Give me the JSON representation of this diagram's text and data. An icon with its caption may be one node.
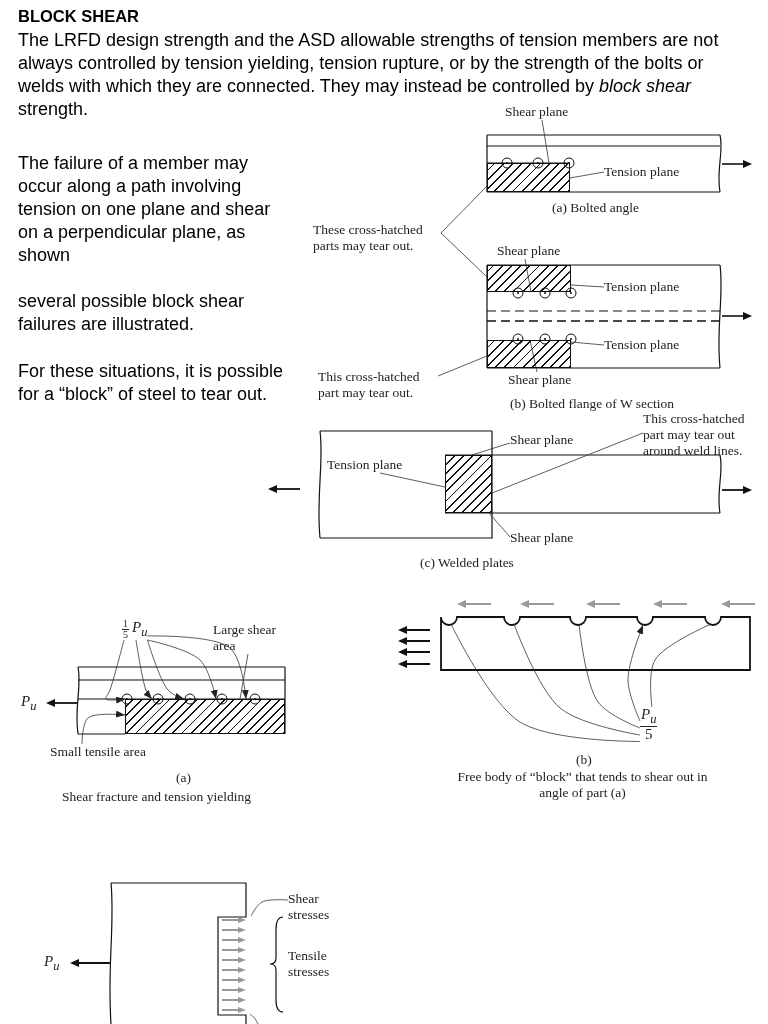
{
  "diagram": {
    "title": "BLOCK SHEAR",
    "nodes": [
      {
        "text": [
          "Shear plane"
        ]
      },
      {
        "text": [],
        "shape": "box"
      },
      {
        "text": [
          "Tension plane"
        ]
      },
      {
        "text": [
          "These cross-hatched parts may tear out."
        ]
      },
      {
        "text": [
          "Shear plane"
        ]
      },
      {
        "text": [],
        "shape": "box"
      },
      {
        "text": [
          "Tension plane"
        ]
      },
      {
        "text": [
          "Tension plane"
        ]
      },
      {
        "text": [],
        "shape": "box"
      },
      {
        "text": [
          "This cross-hatched part may tear out."
        ]
      },
      {
        "text": [
          "Shear plane"
        ]
      },
      {
        "text": [
          "Shear plane"
        ]
      },
      {
        "text": [
          "Tension plane"
        ]
      },
      {
        "text": [],
        "shape": "box"
      },
      {
        "text": [
          "This cross-hatched part may tear out around weld lines."
        ]
      },
      {
        "text": [
          "Shear plane"
        ]
      },
      {
        "text": [
          "1",
          "5",
          "P$_{u}$"
        ]
      },
      {
        "text": [
          "Large shear area"
        ]
      },
      {
        "text": [],
        "shape": "box"
      },
      {
        "text": [
          "Small tensile area"
        ]
      },
      {
        "text": [
          "P$_{u}$",
          "5"
        ]
      },
      {
        "text": [
          "Shear stresses"
        ]
      }
    ],
    "edges": [
      {
        "from": 0,
        "to": 1,
        "arrow": "none"
      },
      {
        "from": 2,
        "to": 1,
        "arrow": "none"
      },
      {
        "from": 3,
        "to": 1,
        "arrow": "none"
      },
      {
        "from": 3,
        "to": 5,
        "arrow": "none"
      },
      {
        "from": 4,
        "to": 5,
        "arrow": "none"
      },
      {
        "from": 6,
        "to": 5,
        "arrow": "none"
      },
      {
        "from": 7,
        "to": 8,
        "arrow": "none"
      },
      {
        "from": 9,
        "to": 8,
        "arrow": "none"
      },
      {
        "from": 10,
        "to": 8,
        "arrow": "none"
      },
      {
        "from": 11,
        "to": 13,
        "arrow": "none"
      },
      {
        "from": 12,
        "to": 13,
        "arrow": "none"
      },
      {
        "from": 14,
        "to": 13,
        "arrow": "none"
      },
      {
        "from": 15,
        "to": 13,
        "arrow": "none"
      },
      {
        "from": 16,
        "to": 18,
        "arrow": "to"
      },
      {
        "from": 16,
        "to": 18,
        "arrow": "to"
      },
      {
        "from": 16,
        "to": 18,
        "arrow": "to"
      },
      {
        "from": 16,
        "to": 18,
        "arrow": "to"
      },
      {
        "from": 16,
        "to": 18,
        "arrow": "to"
      },
      {
        "from": 17,
        "to": 18,
        "arrow": "none"
      },
      {
        "from": 19,
        "to": 18,
        "arrow": "to"
      },
      {
        "from": 20,
        "to": null,
        "arrow": "none"
      },
      {
        "from": 20,
        "to": null,
        "arrow": "none"
      },
      {
        "from": 20,
        "to": null,
        "arrow": "none"
      },
      {
        "from": 20,
        "to": null,
        "arrow": "to"
      },
      {
        "from": 20,
        "to": null,
        "arrow": "none"
      },
      {
        "from": 21,
        "to": null,
        "arrow": "none"
      }
    ],
    "labels": [
      "The LRFD design strength and the ASD allowable strengths of tension members are not always controlled by tension yielding, tension rupture, or by the strength of the bolts or welds with which they are connected. They may instead be controlled by *block shear* strength.",
      "The failure of a member may occur along a path involving tension on one plane and shear on a perpendicular plane, as shown",
      "several possible block shear failures are illustrated.",
      "For these situations, it is possible for a “block” of steel to tear out.",
      "(a) Bolted angle",
      "(b) Bolted flange of W section",
      "(c) Welded plates",
      "P$_{u}$",
      "(a)",
      "Shear fracture and tension yielding",
      "(b)",
      "Free body of “block” that tends to shear out in angle of part (a)",
      "P$_{u}$",
      "Tensile stresses"
    ]
  }
}
